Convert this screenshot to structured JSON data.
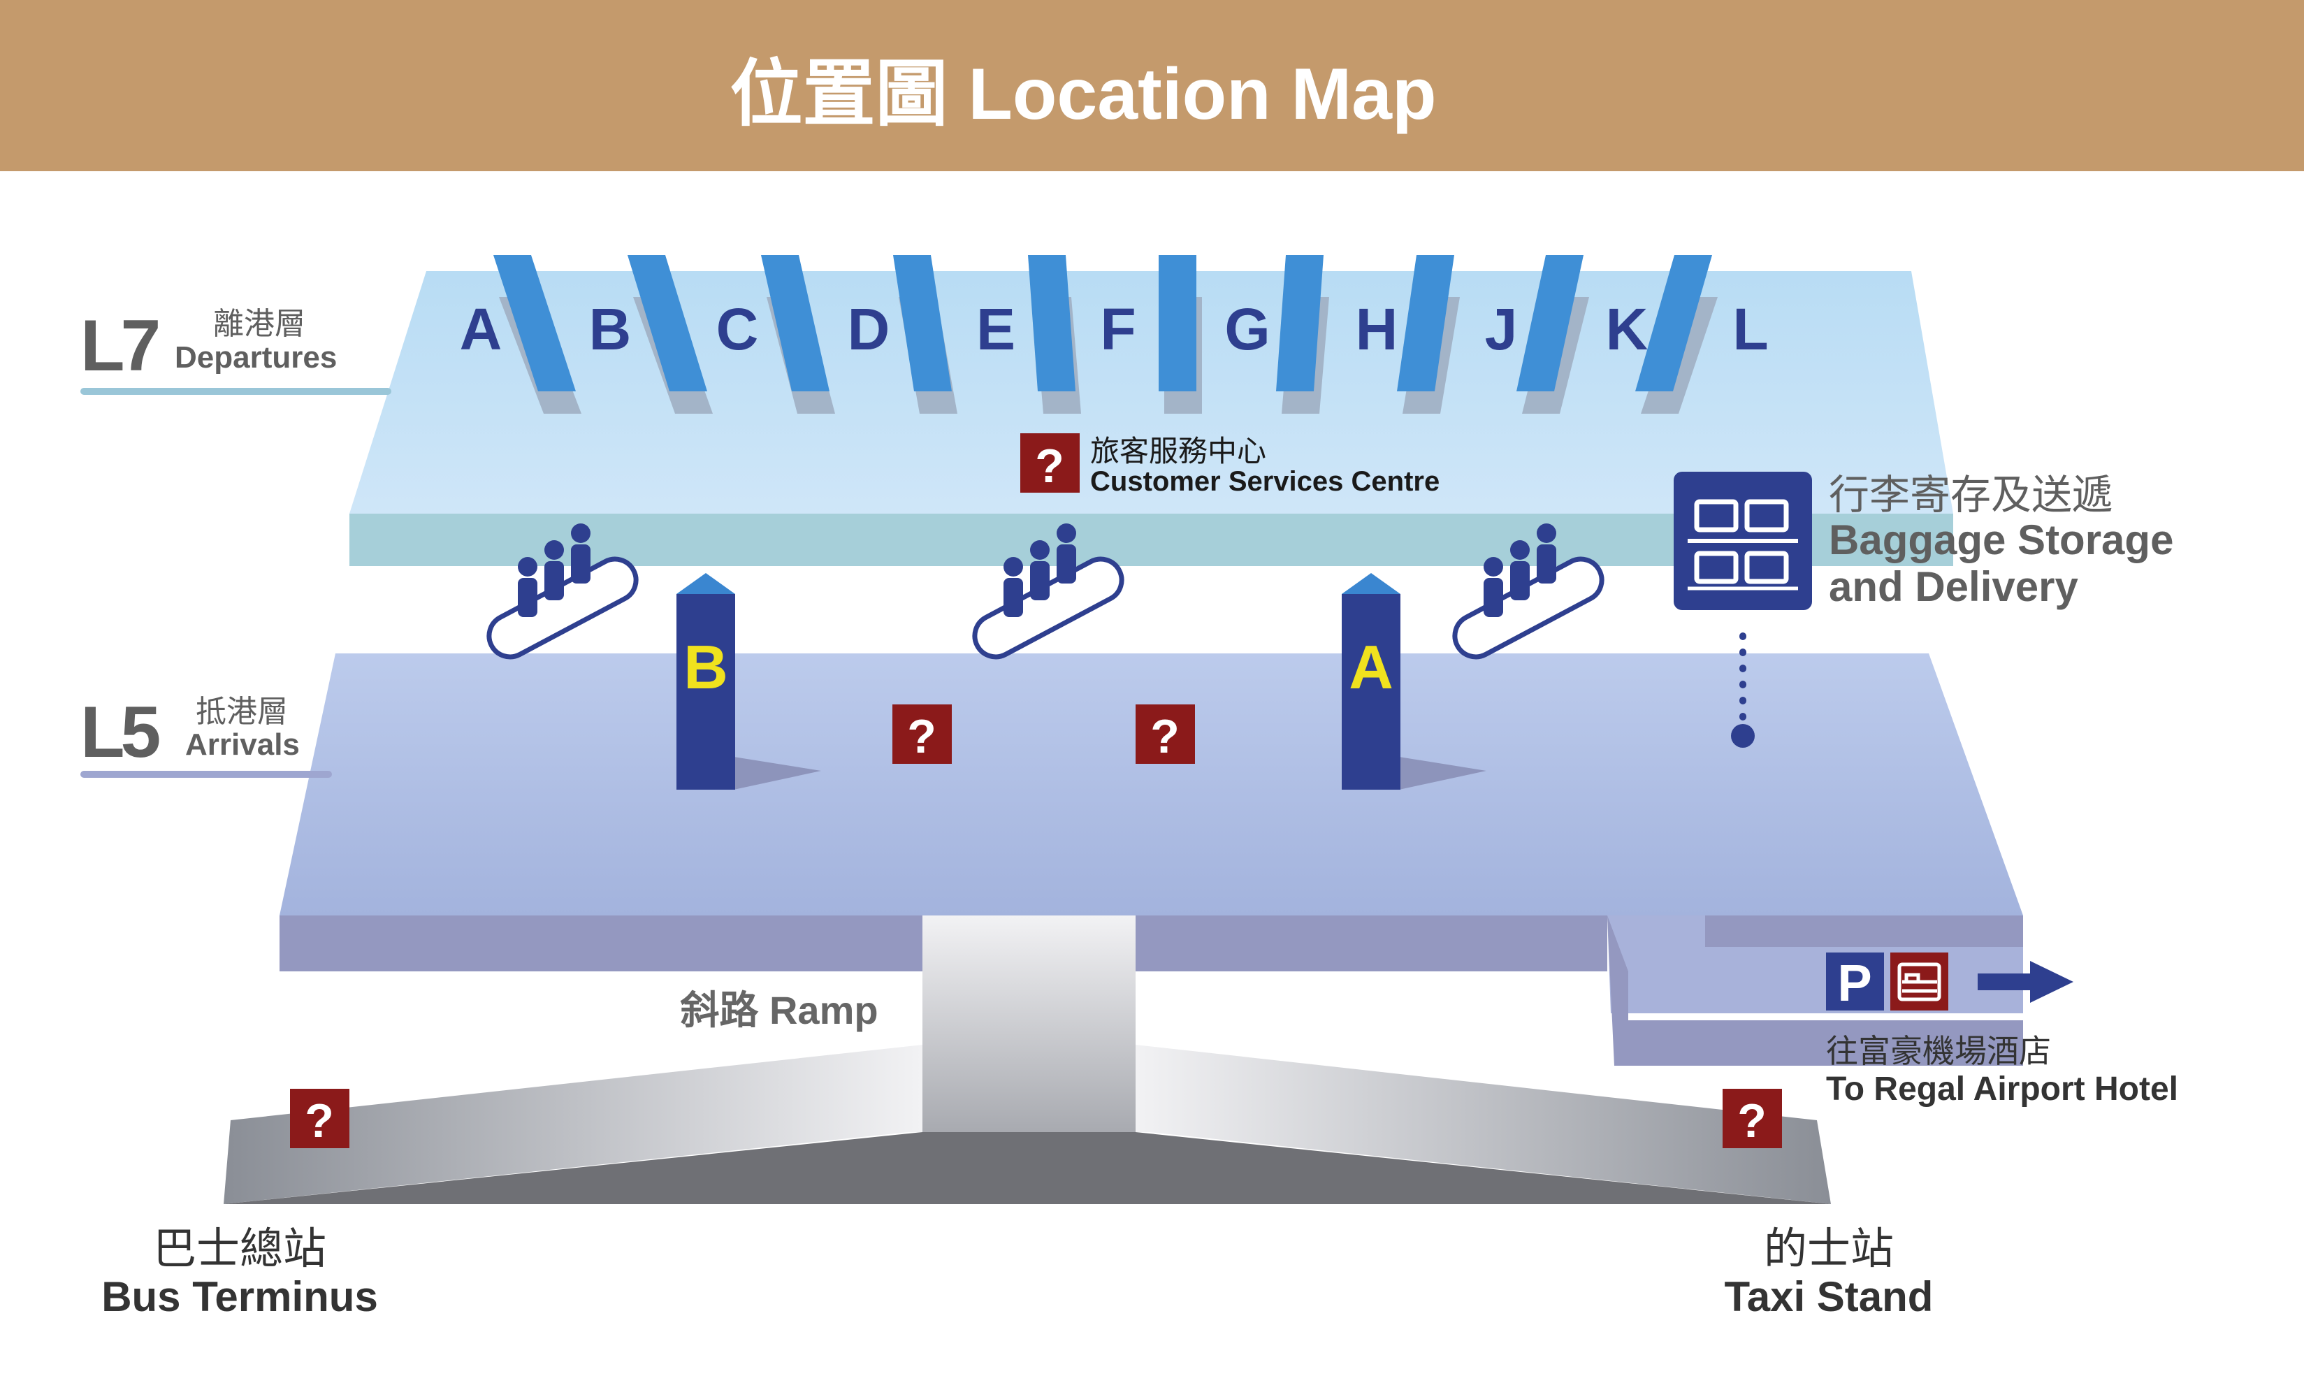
{
  "header": {
    "title": "位置圖 Location Map",
    "color": "#c49a6c"
  },
  "levels": {
    "departures": {
      "code": "L7",
      "zh": "離港層",
      "en": "Departures"
    },
    "arrivals": {
      "code": "L5",
      "zh": "抵港層",
      "en": "Arrivals"
    }
  },
  "rows": [
    "A",
    "B",
    "C",
    "D",
    "E",
    "F",
    "G",
    "H",
    "J",
    "K",
    "L"
  ],
  "customer_services": {
    "zh": "旅客服務中心",
    "en": "Customer Services Centre",
    "icon": "question-icon"
  },
  "baggage": {
    "zh": "行李寄存及送遞",
    "en1": "Baggage Storage",
    "en2": "and Delivery",
    "icon": "luggage-icon"
  },
  "pillars": {
    "b": "B",
    "a": "A"
  },
  "ramp": {
    "label": "斜路 Ramp"
  },
  "hotel": {
    "parking": "P",
    "zh": "往富豪機場酒店",
    "en": "To Regal Airport Hotel",
    "icons": [
      "parking-icon",
      "hotel-bed-icon",
      "arrow-right-icon"
    ]
  },
  "bus": {
    "zh": "巴士總站",
    "en": "Bus Terminus"
  },
  "taxi": {
    "zh": "的士站",
    "en": "Taxi Stand"
  },
  "help_mark": "?",
  "colors": {
    "help": "#8b1a1a",
    "navy": "#2e3f8f",
    "stripe": "#3f8fd6",
    "pillar_label": "#f0e21e"
  }
}
